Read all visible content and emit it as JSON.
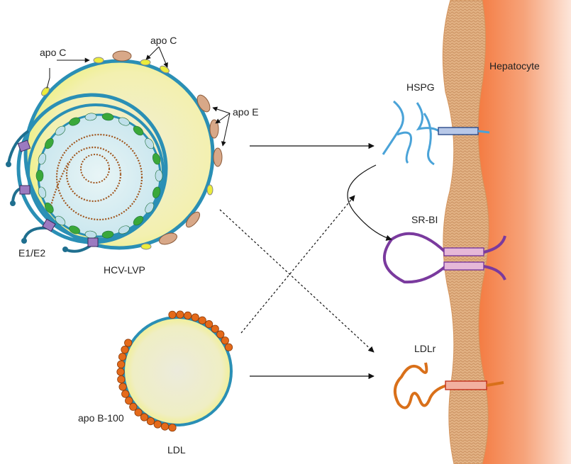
{
  "labels": {
    "apo_c_left": "apo C",
    "apo_c_right": "apo C",
    "apo_e": "apo E",
    "e1e2": "E1/E2",
    "hcv_lvp": "HCV-LVP",
    "ldl": "LDL",
    "apo_b100": "apo B-100",
    "hspg": "HSPG",
    "sr_bi": "SR-BI",
    "ldlr": "LDLr",
    "hepatocyte": "Hepatocyte"
  },
  "colors": {
    "membrane": "#2a8fb5",
    "lipid_core": "#f3f0c4",
    "inner_core": "#d7eef2",
    "rna": "#a0561e",
    "apo_e": "#d8a888",
    "apo_c": "#ecec3c",
    "apo_b100": "#e46a1a",
    "hspg": "#4aa3d8",
    "sr_bi": "#7a3a9e",
    "ldlr": "#d9701a",
    "hepatocyte_membrane": "#d9a070",
    "hepatocyte_cytoplasm": "#f08a55",
    "glycoprotein": "#2a6f8a",
    "glyco_head": "#9c7ac0",
    "capsid": "#3aa83a"
  }
}
